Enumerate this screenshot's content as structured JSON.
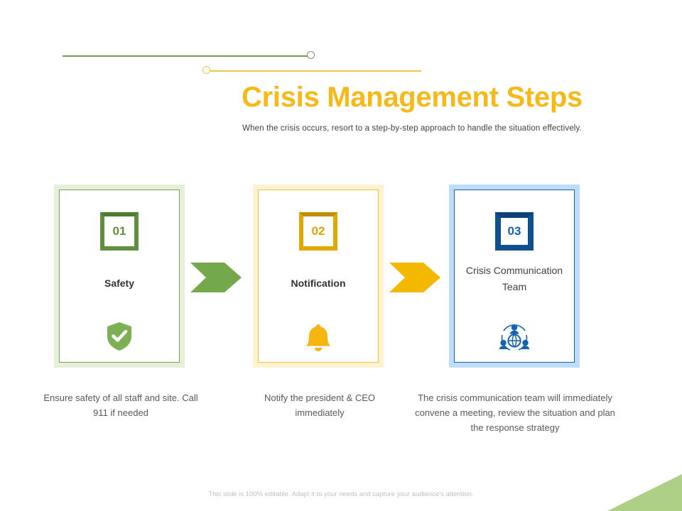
{
  "header": {
    "title": "Crisis Management Steps",
    "subtitle": "When the crisis occurs, resort to a step-by-step approach to handle the situation effectively."
  },
  "decor": {
    "green_line_color": "#7a9b4e",
    "yellow_line_color": "#e8c84a",
    "corner_triangle_color": "#aed086"
  },
  "steps": [
    {
      "number": "01",
      "label": "Safety",
      "icon": "shield-check-icon",
      "caption": "Ensure safety of all staff and site. Call 911 if needed",
      "accent": "#5f9040",
      "band": "#e5efd9"
    },
    {
      "number": "02",
      "label": "Notification",
      "icon": "bell-icon",
      "caption": "Notify the president & CEO immediately",
      "accent": "#f2b705",
      "band": "#fdf3d4"
    },
    {
      "number": "03",
      "label": "Crisis Communication Team",
      "icon": "team-network-icon",
      "caption": "The crisis communication team will immediately convene a meeting, review the situation and plan the response strategy",
      "accent": "#1463ae",
      "band": "#bfdcfa"
    }
  ],
  "arrows": [
    {
      "name": "arrow-step1-to-step2",
      "color": "#73a94b"
    },
    {
      "name": "arrow-step2-to-step3",
      "color": "#f5b800"
    }
  ],
  "footer": {
    "note": "This slide is 100% editable. Adapt it to your needs and capture your audience's attention."
  }
}
